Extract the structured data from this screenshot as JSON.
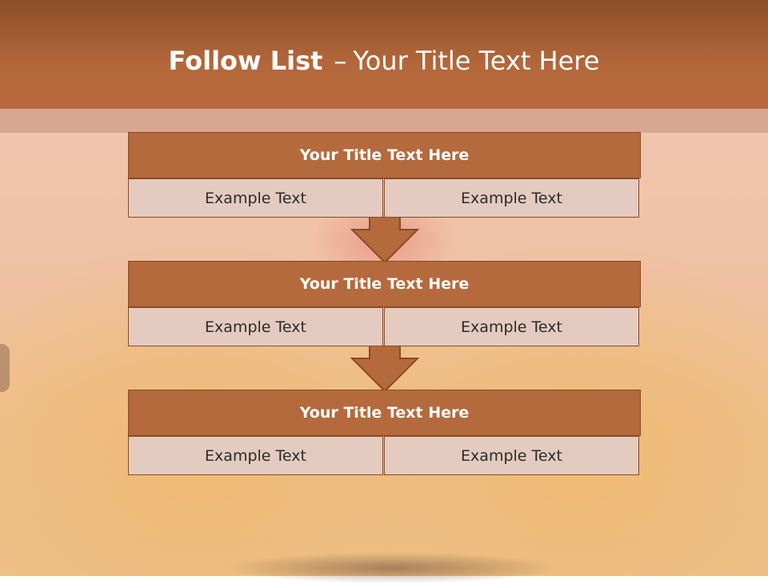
{
  "slide": {
    "title_bold": "Follow List",
    "title_sep": "–",
    "title_rest": "Your Title Text Here"
  },
  "blocks": [
    {
      "heading": "Your Title Text Here",
      "left_text": "Example Text",
      "right_text": "Example Text"
    },
    {
      "heading": "Your Title Text Here",
      "left_text": "Example Text",
      "right_text": "Example Text"
    },
    {
      "heading": "Your Title Text Here",
      "left_text": "Example Text",
      "right_text": "Example Text"
    }
  ],
  "colors": {
    "header": "#b4673a",
    "block_head": "#b46a3c",
    "cell_fill": "#e3cbc0",
    "outline": "#8a4a25"
  }
}
